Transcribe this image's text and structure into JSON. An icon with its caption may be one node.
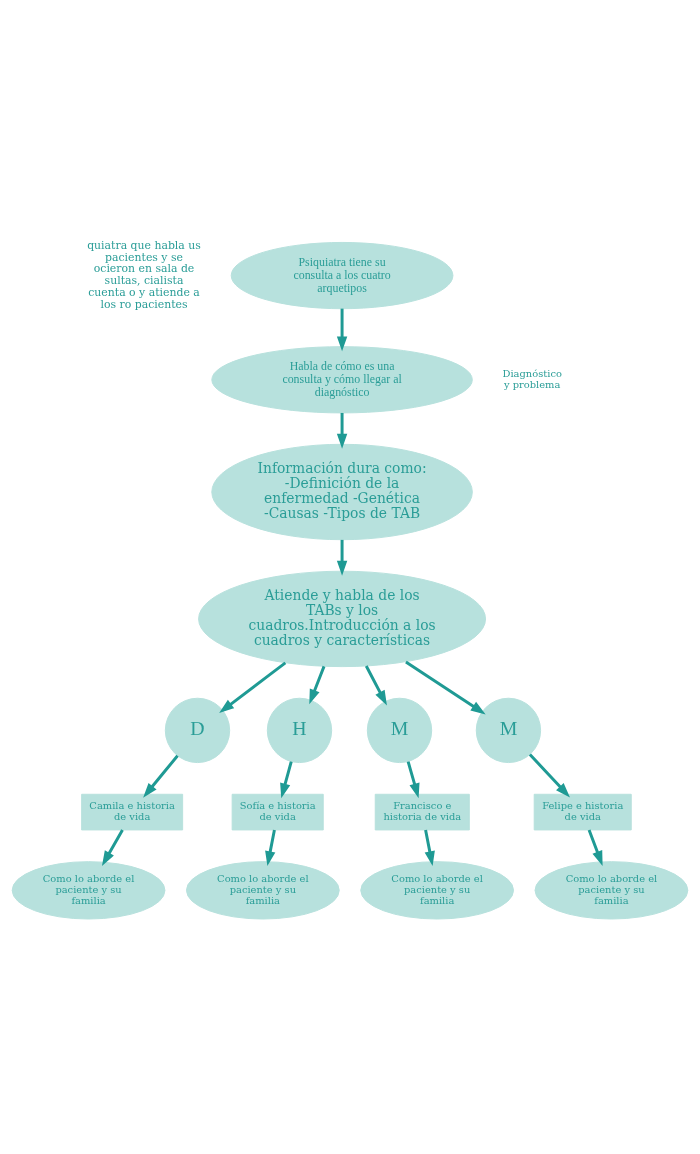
{
  "diagram": {
    "nodes": [
      {
        "text": [
          "Psiquiatra tiene su consulta a los cuatro arquetipos"
        ]
      },
      {
        "text": [
          "Habla de cómo es una consulta y cómo llegar al diagnóstico"
        ],
        "beside": [
          "Diagnóstico y problema"
        ]
      },
      {
        "text": [
          "Información dura como: -Definición de la enfermedad -Genética -Causas -Tipos de TAB"
        ]
      },
      {
        "text": [
          "Atiende y habla de los TABs y los cuadros.Introducción a los cuadros y características"
        ]
      },
      {
        "text": [
          "D"
        ]
      },
      {
        "text": [
          "H"
        ]
      },
      {
        "text": [
          "M"
        ]
      },
      {
        "text": [
          "M"
        ]
      },
      {
        "text": [
          "Camila e historia de vida"
        ]
      },
      {
        "text": [
          "Sofía e historia de vida"
        ]
      },
      {
        "text": [
          "Francisco e historia de vida"
        ]
      },
      {
        "text": [
          "Felipe e historia de vida"
        ]
      },
      {
        "text": [
          "Como lo aborde el paciente y su familia"
        ]
      },
      {
        "text": [
          "Como lo aborde el paciente y su familia"
        ]
      },
      {
        "text": [
          "Como lo aborde el paciente y su familia"
        ]
      },
      {
        "text": [
          "Como lo aborde el paciente y su familia"
        ]
      }
    ],
    "edges": [
      {
        "from": 0,
        "to": 1,
        "arrow": "to"
      },
      {
        "from": 1,
        "to": 2,
        "arrow": "to"
      },
      {
        "from": 2,
        "to": 3,
        "arrow": "to"
      },
      {
        "from": 3,
        "to": 4,
        "arrow": "to"
      },
      {
        "from": 3,
        "to": 5,
        "arrow": "to"
      },
      {
        "from": 3,
        "to": 6,
        "arrow": "to"
      },
      {
        "from": 3,
        "to": 7,
        "arrow": "to"
      },
      {
        "from": 4,
        "to": 8,
        "arrow": "to"
      },
      {
        "from": 5,
        "to": 9,
        "arrow": "to"
      },
      {
        "from": 6,
        "to": 10,
        "arrow": "to"
      },
      {
        "from": 7,
        "to": 11,
        "arrow": "to"
      },
      {
        "from": 8,
        "to": 12,
        "arrow": "to"
      },
      {
        "from": 9,
        "to": 13,
        "arrow": "to"
      },
      {
        "from": 10,
        "to": 14,
        "arrow": "to"
      },
      {
        "from": 11,
        "to": 15,
        "arrow": "to"
      }
    ],
    "labels": [
      "quiatra que habla us pacientes y se ocieron en sala de sultas, cialista cuenta o y atiende a los ro pacientes"
    ]
  }
}
